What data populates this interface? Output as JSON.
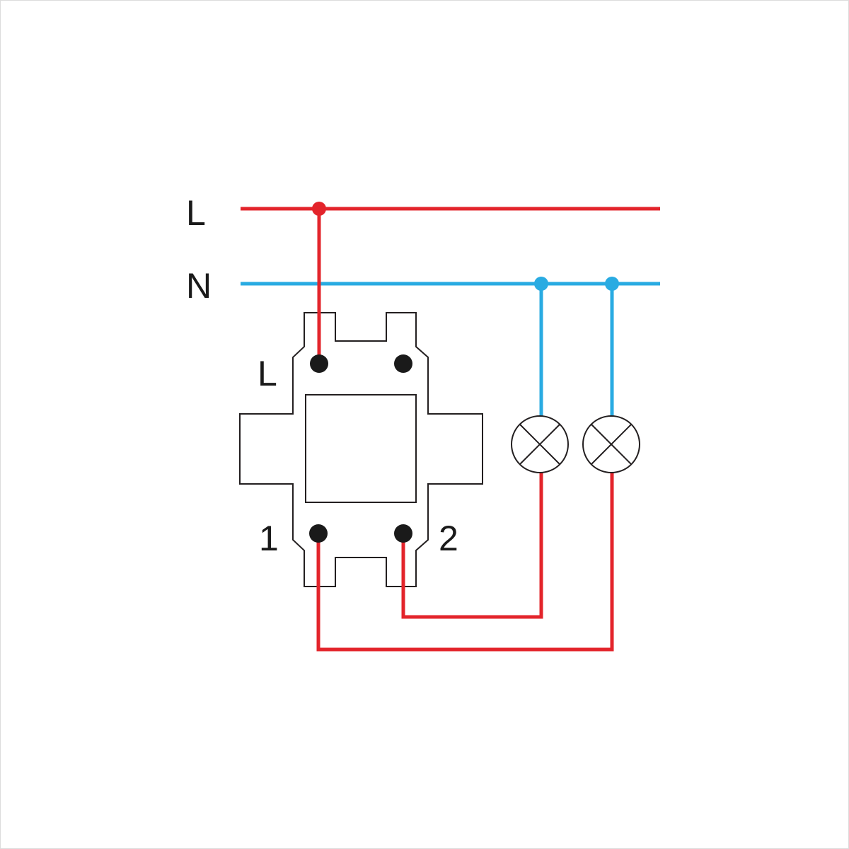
{
  "labels": {
    "line_bus": "L",
    "neutral_bus": "N",
    "switch_terminal_l": "L",
    "switch_terminal_1": "1",
    "switch_terminal_2": "2"
  },
  "colors": {
    "line": "#e3242b",
    "neutral": "#29abe2",
    "outline": "#231f20",
    "terminal": "#1a1a1a"
  }
}
